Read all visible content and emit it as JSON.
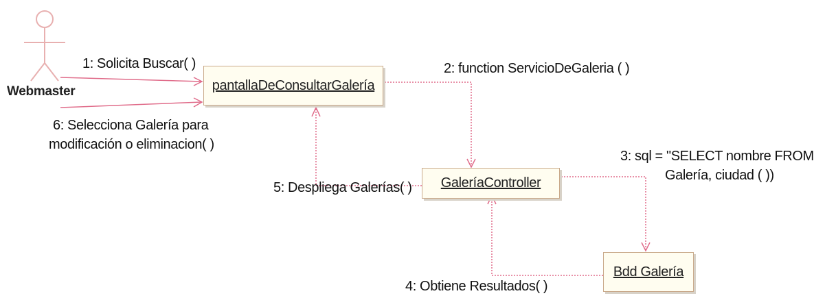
{
  "actor": {
    "name": "Webmaster"
  },
  "objects": {
    "pantalla": "pantallaDeConsultarGalería",
    "controller": "GaleríaController",
    "bdd": "Bdd Galería"
  },
  "messages": {
    "m1": "1: Solicita Buscar( )",
    "m2": "2: function ServicioDeGaleria ( )",
    "m3_line1": "3: sql = \"SELECT nombre FROM",
    "m3_line2": "Galería, ciudad ( ))",
    "m4": "4: Obtiene Resultados( )",
    "m5": "5: Despliega Galerías( )",
    "m6_line1": "6: Selecciona Galería para",
    "m6_line2": "modificación o eliminacion( )"
  },
  "colors": {
    "line": "#e06c8a",
    "box_border": "#c9a98a",
    "box_fill": "#fffdf0",
    "actor": "#e8b4b4"
  }
}
